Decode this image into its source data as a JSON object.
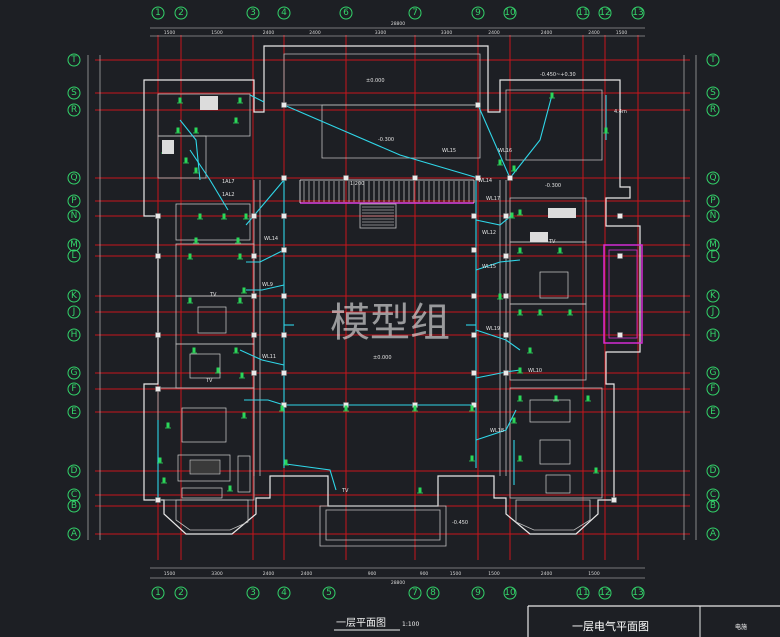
{
  "drawing": {
    "watermark": "模型组",
    "plan_title": "一层平面图",
    "plan_scale": "1:100",
    "sheet_title": "一层电气平面图",
    "sheet_code": "电施"
  },
  "axes": {
    "top": [
      "1",
      "2",
      "3",
      "4",
      "6",
      "7",
      "9",
      "10",
      "11",
      "12",
      "13"
    ],
    "bottom": [
      "1",
      "2",
      "3",
      "4",
      "5",
      "7",
      "8",
      "9",
      "10",
      "11",
      "12",
      "13"
    ],
    "left": [
      "T",
      "S",
      "R",
      "Q",
      "P",
      "N",
      "M",
      "L",
      "K",
      "J",
      "H",
      "G",
      "F",
      "E",
      "D",
      "C",
      "B",
      "A"
    ],
    "right": [
      "T",
      "S",
      "R",
      "Q",
      "P",
      "N",
      "M",
      "L",
      "K",
      "J",
      "H",
      "G",
      "F",
      "E",
      "D",
      "C",
      "B",
      "A"
    ]
  },
  "dimensions": {
    "top_total": "28800",
    "bottom_total": "28800",
    "top_segments": [
      "1500",
      "1500",
      "2400",
      "2400",
      "3300",
      "3300",
      "2400",
      "2400",
      "2400",
      "1500"
    ],
    "bottom_segments": [
      "1500",
      "3300",
      "2400",
      "2400",
      "900",
      "900",
      "1500",
      "1500",
      "2400",
      "1500"
    ]
  },
  "labels": {
    "elev_stage": "±0.000",
    "elev_hall": "±0.000",
    "elev_left_top": "-0.300",
    "elev_right_top": "-0.450~+0.30",
    "elev_right_room": "-0.300",
    "elev_front": "-0.450",
    "elev_stair": "1.200",
    "dist_box_1": "1AL2",
    "dist_box_2": "1AL7",
    "tv_1": "TV",
    "tv_2": "TV",
    "tv_3": "TV",
    "tv_4": "TV",
    "wl_1": "WL15",
    "wl_2": "WL16",
    "wl_3": "WL17",
    "wl_4": "WL14",
    "wl_5": "WL12",
    "wl_6": "WL15",
    "wl_7": "WL19",
    "wl_8": "WL9",
    "wl_9": "WL11",
    "wl_10": "WL10",
    "wl_11": "WL18",
    "wl_12": "WL14",
    "note_right": "4.4m"
  }
}
